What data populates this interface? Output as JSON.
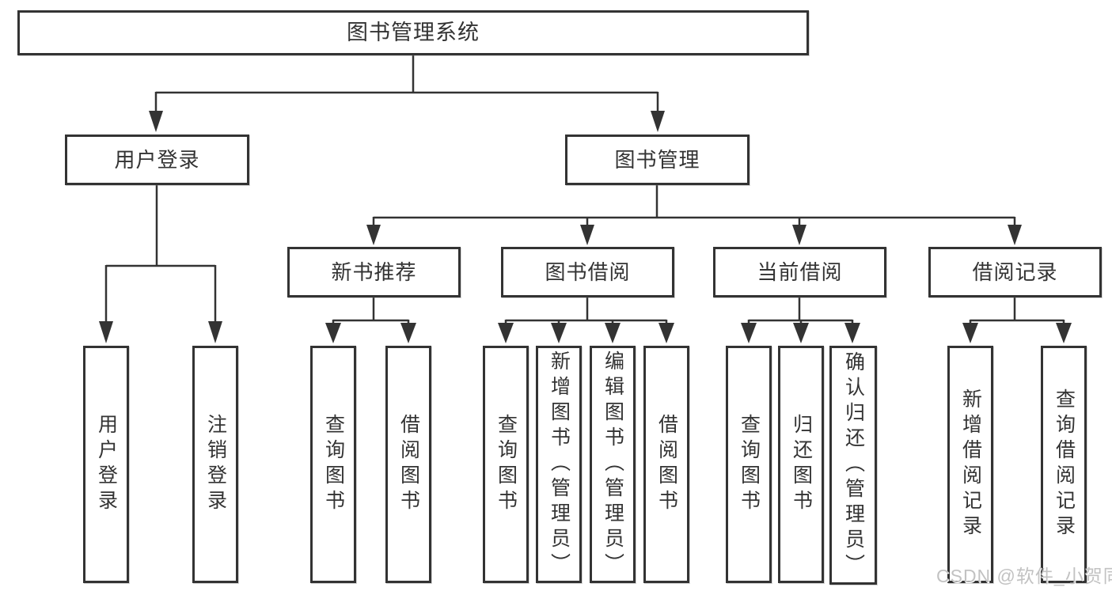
{
  "diagram_title": "图书管理系统",
  "colors": {
    "line": "#333333",
    "box_border": "#333333",
    "text": "#333333",
    "watermark_text": "#c2c2c2",
    "background": "#ffffff"
  },
  "watermark": {
    "text": "CSDN @软件_小贺同学"
  },
  "tree": {
    "label": "图书管理系统",
    "children": [
      {
        "label": "用户登录",
        "children": [
          {
            "label": "用户登录"
          },
          {
            "label": "注销登录"
          }
        ]
      },
      {
        "label": "图书管理",
        "children": [
          {
            "label": "新书推荐",
            "children": [
              {
                "label": "查询图书"
              },
              {
                "label": "借阅图书"
              }
            ]
          },
          {
            "label": "图书借阅",
            "children": [
              {
                "label": "查询图书"
              },
              {
                "label": "新增图书（管理员）"
              },
              {
                "label": "编辑图书（管理员）"
              },
              {
                "label": "借阅图书"
              }
            ]
          },
          {
            "label": "当前借阅",
            "children": [
              {
                "label": "查询图书"
              },
              {
                "label": "归还图书"
              },
              {
                "label": "确认归还（管理员）"
              }
            ]
          },
          {
            "label": "借阅记录",
            "children": [
              {
                "label": "新增借阅记录"
              },
              {
                "label": "查询借阅记录"
              }
            ]
          }
        ]
      }
    ]
  }
}
